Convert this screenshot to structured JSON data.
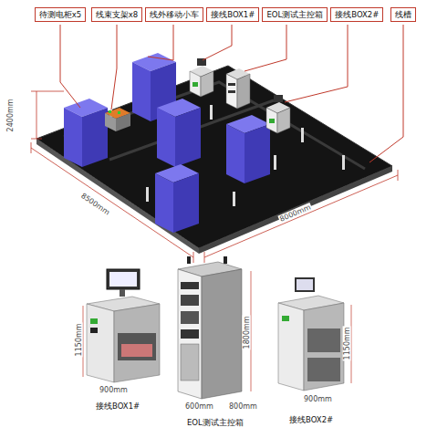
{
  "diagram": {
    "nodes": [
      {
        "text": [
          "待测电柜x5"
        ]
      },
      {
        "text": [
          "线束支架x8"
        ]
      },
      {
        "text": [
          "线外移动小车"
        ]
      },
      {
        "text": [
          "接线BOX1#"
        ]
      },
      {
        "text": [
          "EOL测试主控箱"
        ]
      },
      {
        "text": [
          "接线BOX2#"
        ]
      },
      {
        "text": [
          "线槽"
        ]
      }
    ],
    "edges": [],
    "labels": [
      "2400mm",
      "8500mm",
      "8000mm",
      "1150mm",
      "900mm",
      "1800mm",
      "600mm",
      "800mm",
      "1150mm",
      "900mm",
      "接线BOX1#",
      "EOL测试主控箱",
      "接线BOX2#"
    ]
  }
}
